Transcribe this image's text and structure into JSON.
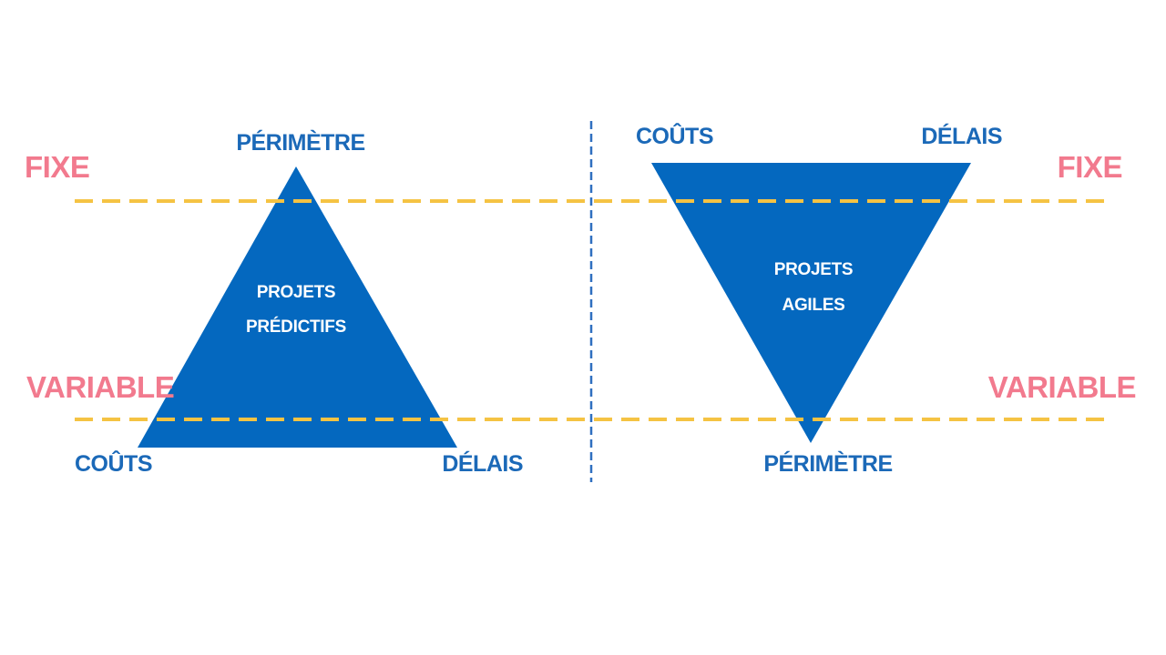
{
  "colors": {
    "background": "#ffffff",
    "triangle": "#0468bf",
    "dashed_line": "#f5c343",
    "divider": "#2f6fc0",
    "label_blue": "#1b69b8",
    "label_pink": "#f27a8e",
    "label_inner": "#ffffff"
  },
  "levels": {
    "fixed": "FIXE",
    "variable": "VARIABLE"
  },
  "predictive": {
    "top": "PÉRIMÈTRE",
    "bottom_left": "COÛTS",
    "bottom_right": "DÉLAIS",
    "inner_line1": "PROJETS",
    "inner_line2": "PRÉDICTIFS"
  },
  "agile": {
    "top_left": "COÛTS",
    "top_right": "DÉLAIS",
    "bottom": "PÉRIMÈTRE",
    "inner_line1": "PROJETS",
    "inner_line2": "AGILES"
  }
}
